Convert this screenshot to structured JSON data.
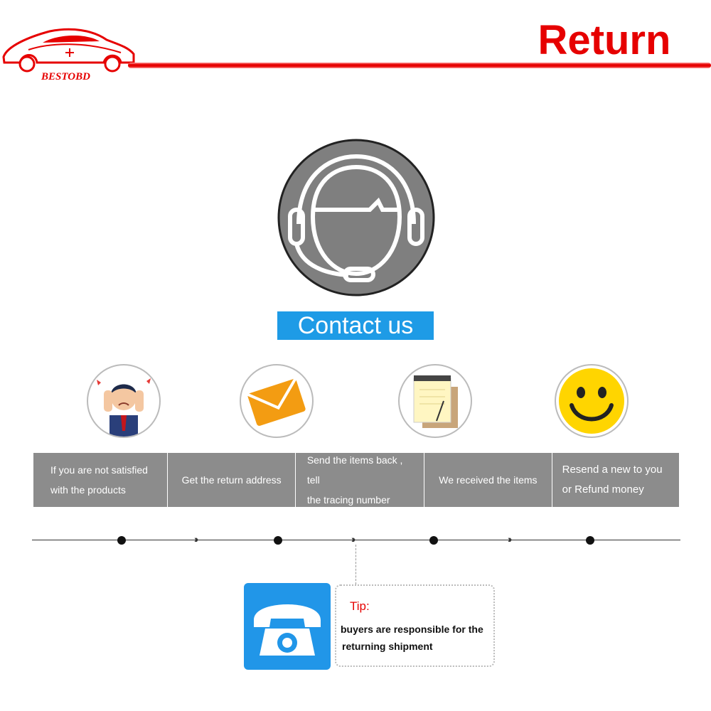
{
  "header": {
    "logo_text": "BESTOBD",
    "title": "Return",
    "accent_color": "#e60000"
  },
  "contact": {
    "icon": "headset-icon",
    "label": "Contact us",
    "color": "#1e9be6"
  },
  "steps": [
    {
      "icon": "stressed-person-icon",
      "text_line1": "If you are not satisfied",
      "text_line2": "with the products"
    },
    {
      "icon": "envelope-icon",
      "text_line1": "Get the return address",
      "text_line2": ""
    },
    {
      "icon": "notepad-icon",
      "text_line1": "Send the items back , tell",
      "text_line2": "the tracing number"
    },
    {
      "icon": "document-icon",
      "text_line1": "We received the items",
      "text_line2": ""
    },
    {
      "icon": "smiley-icon",
      "text_line1": "Resend a new to you",
      "text_line2": "or Refund money"
    }
  ],
  "tip": {
    "icon": "telephone-icon",
    "title": "Tip:",
    "line1": "buyers are responsible for the",
    "line2": "returning shipment"
  }
}
